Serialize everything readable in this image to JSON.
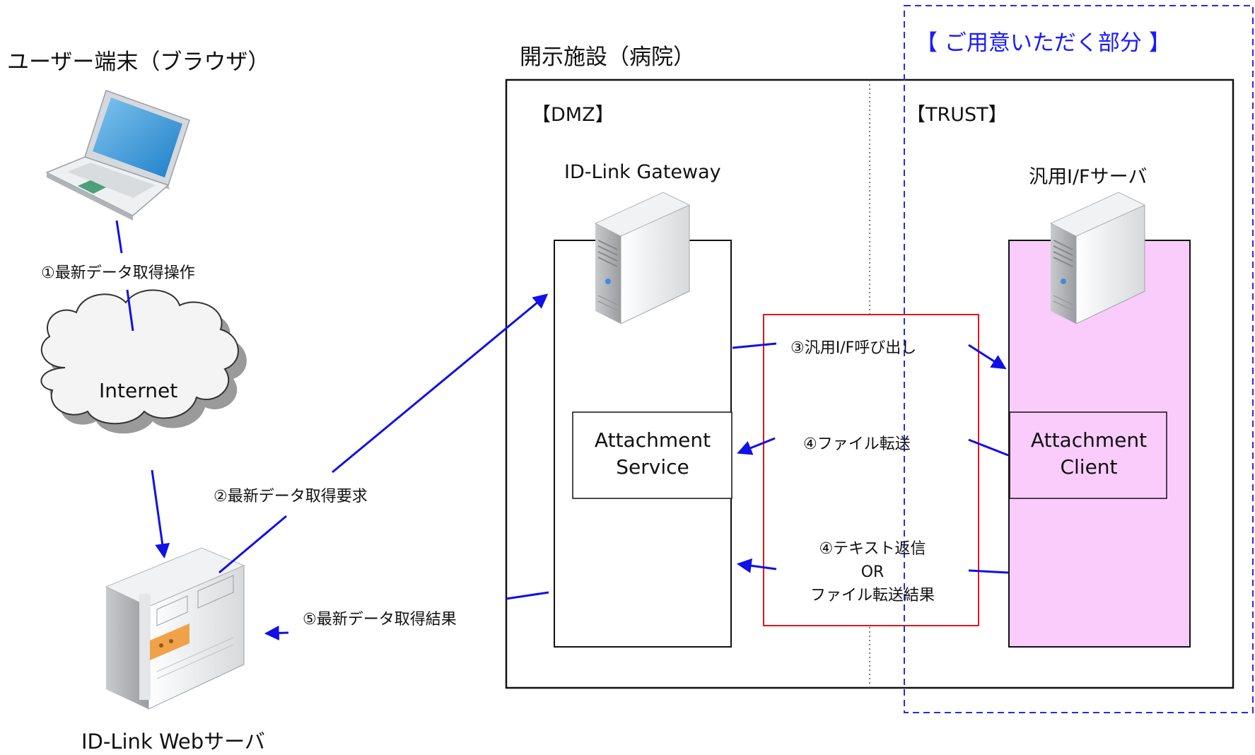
{
  "titles": {
    "user_terminal": "ユーザー端末（ブラウザ）",
    "facility": "開示施設（病院）",
    "customer_part": "【 ご用意いただく部分 】"
  },
  "zones": {
    "dmz": "【DMZ】",
    "trust": "【TRUST】"
  },
  "nodes": {
    "gateway": "ID-Link Gateway",
    "if_server": "汎用I/Fサーバ",
    "internet": "Internet",
    "web_server": "ID-Link Webサーバ",
    "attachment_service_line1": "Attachment",
    "attachment_service_line2": "Service",
    "attachment_client_line1": "Attachment",
    "attachment_client_line2": "Client"
  },
  "steps": {
    "s1": "①最新データ取得操作",
    "s2": "②最新データ取得要求",
    "s3": "③汎用I/F呼び出し",
    "s4a": "④ファイル転送",
    "s4b_line1": "④テキスト返信",
    "s4b_line2": "OR",
    "s4b_line3": "ファイル転送結果",
    "s5": "⑤最新データ取得結果"
  },
  "colors": {
    "arrow": "#1010e8",
    "highlight_box": "#e8141c",
    "trust_fill": "#f9ccfb",
    "dashed_region": "#2a2ae0"
  },
  "icons": [
    "laptop-icon",
    "cloud-icon",
    "web-server-icon",
    "gateway-server-icon",
    "if-server-icon"
  ]
}
